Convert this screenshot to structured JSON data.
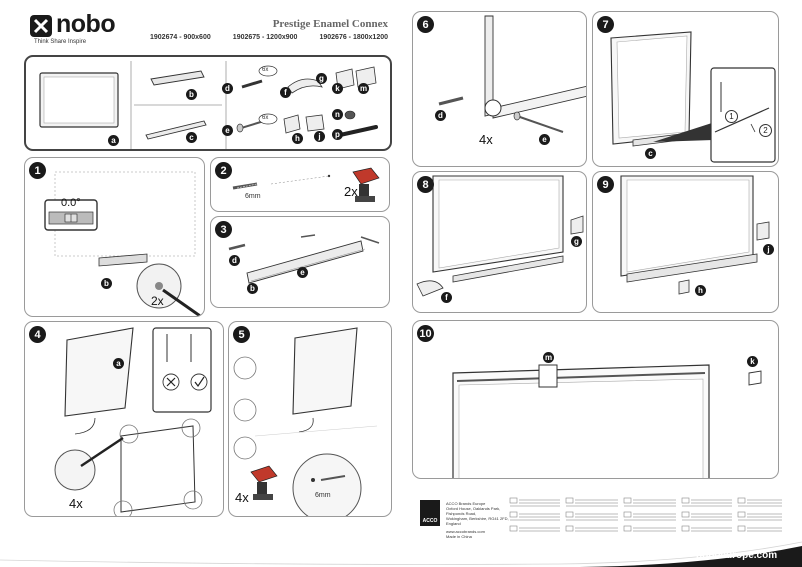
{
  "brand": {
    "name": "nobo",
    "tagline": "Think Share Inspire",
    "website": "noboeurope.com"
  },
  "product": {
    "title": "Prestige Enamel Connex",
    "models": [
      "1902674 - 900x600",
      "1902675 - 1200x900",
      "1902676 - 1800x1200"
    ]
  },
  "parts_labels": [
    "a",
    "b",
    "c",
    "d",
    "e",
    "f",
    "g",
    "h",
    "j",
    "k",
    "m",
    "n",
    "p"
  ],
  "parts_counts": {
    "d": "6x",
    "e": "6x"
  },
  "steps": [
    {
      "number": "1",
      "level": "0.0°",
      "count": "2x"
    },
    {
      "number": "2",
      "count": "2x",
      "size": "6mm"
    },
    {
      "number": "3"
    },
    {
      "number": "4",
      "count": "4x"
    },
    {
      "number": "5",
      "count": "4x",
      "size": "6mm"
    },
    {
      "number": "6",
      "count": "4x"
    },
    {
      "number": "7",
      "sub_steps": [
        "1",
        "2"
      ]
    },
    {
      "number": "8"
    },
    {
      "number": "9"
    },
    {
      "number": "10"
    }
  ],
  "footer": {
    "company": "ACCO Brands Europe",
    "address_lines": [
      "Oxford House, Oaklands Park, Fishponds Road,",
      "Wokingham, Berkshire, RG41 2FD, England"
    ],
    "website": "www.accobrands.com",
    "made_in": "Made in China",
    "logo": "ACCO"
  },
  "colors": {
    "panel_border": "#9a9a9a",
    "badge": "#1a1a1a",
    "drill_red": "#c0392b"
  }
}
